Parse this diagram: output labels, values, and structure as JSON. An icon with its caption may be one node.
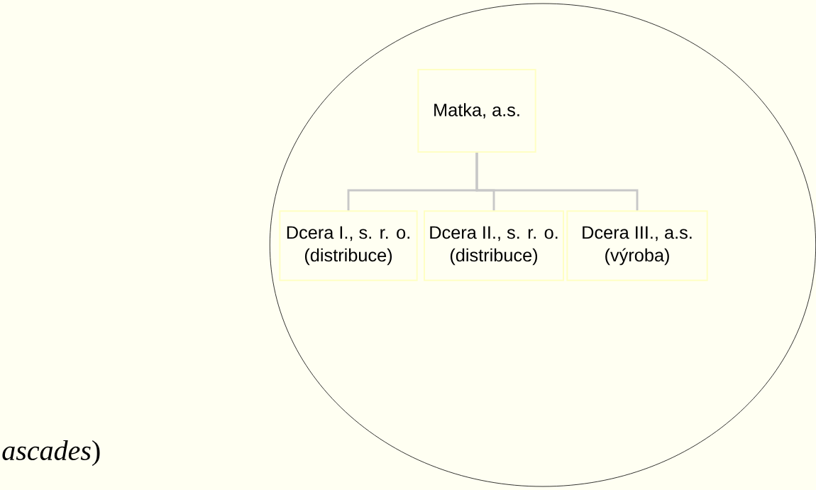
{
  "diagram": {
    "nodes": [
      {
        "text": [],
        "shape": "ellipse"
      },
      {
        "text": [
          "Matka, a.s."
        ],
        "in": 0
      },
      {
        "text": [
          "Dcera I., s. r. o.",
          "(distribuce)"
        ],
        "in": 0
      },
      {
        "text": [
          "Dcera II., s. r. o.",
          "(distribuce)"
        ],
        "in": 0
      },
      {
        "text": [
          "Dcera III., a.s.",
          "(výroba)"
        ],
        "in": 0
      }
    ],
    "edges": [
      {
        "from": 1,
        "to": 2,
        "arrow": "none"
      },
      {
        "from": 1,
        "to": 3,
        "arrow": "none"
      },
      {
        "from": 1,
        "to": 4,
        "arrow": "none"
      }
    ],
    "labels": [
      "*ascades*)"
    ]
  }
}
